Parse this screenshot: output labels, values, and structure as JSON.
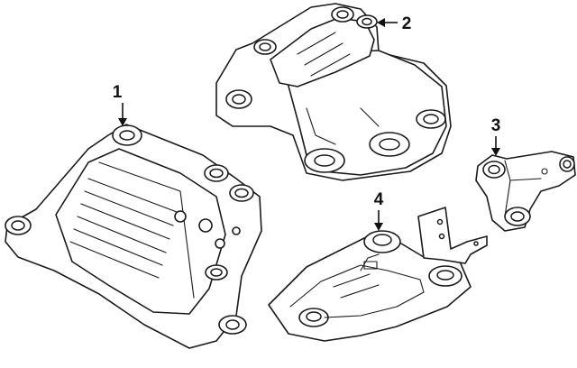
{
  "diagram": {
    "callouts": {
      "part_1": "1",
      "part_2": "2",
      "part_3": "3",
      "part_4": "4"
    },
    "colors": {
      "line": "#1a1a1a",
      "background": "#ffffff"
    }
  }
}
